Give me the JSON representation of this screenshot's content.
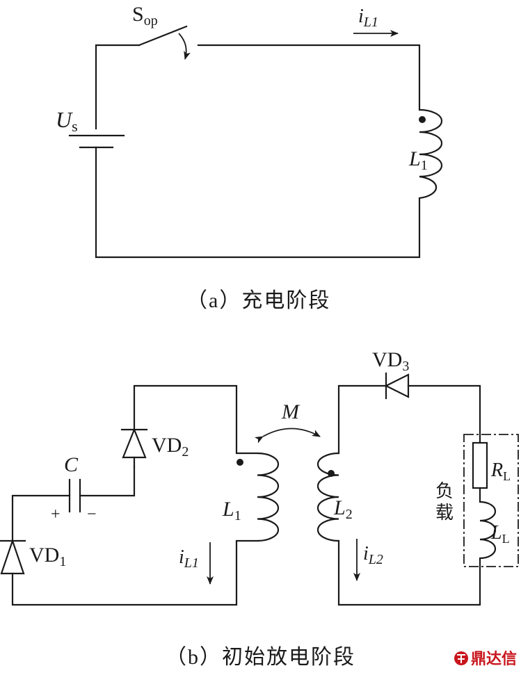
{
  "diagram_a": {
    "switch": {
      "main": "S",
      "sub": "op"
    },
    "source": {
      "main": "U",
      "sub": "s"
    },
    "current": {
      "main": "i",
      "sub": "L1"
    },
    "inductor": {
      "main": "L",
      "sub": "1"
    },
    "caption": "（a）充电阶段"
  },
  "diagram_b": {
    "capacitor": "C",
    "cap_plus": "+",
    "cap_minus": "−",
    "vd1": {
      "main": "VD",
      "sub": "1"
    },
    "vd2": {
      "main": "VD",
      "sub": "2"
    },
    "vd3": {
      "main": "VD",
      "sub": "3"
    },
    "mutual": "M",
    "inductor1": {
      "main": "L",
      "sub": "1"
    },
    "inductor2": {
      "main": "L",
      "sub": "2"
    },
    "current1": {
      "main": "i",
      "sub": "L1"
    },
    "current2": {
      "main": "i",
      "sub": "L2"
    },
    "load_r": {
      "main": "R",
      "sub": "L"
    },
    "load_l": {
      "main": "L",
      "sub": "L"
    },
    "load_label_1": "负",
    "load_label_2": "载",
    "caption": "（b）初始放电阶段"
  },
  "watermark": {
    "text": "鼎达信",
    "color": "#c8161d"
  }
}
